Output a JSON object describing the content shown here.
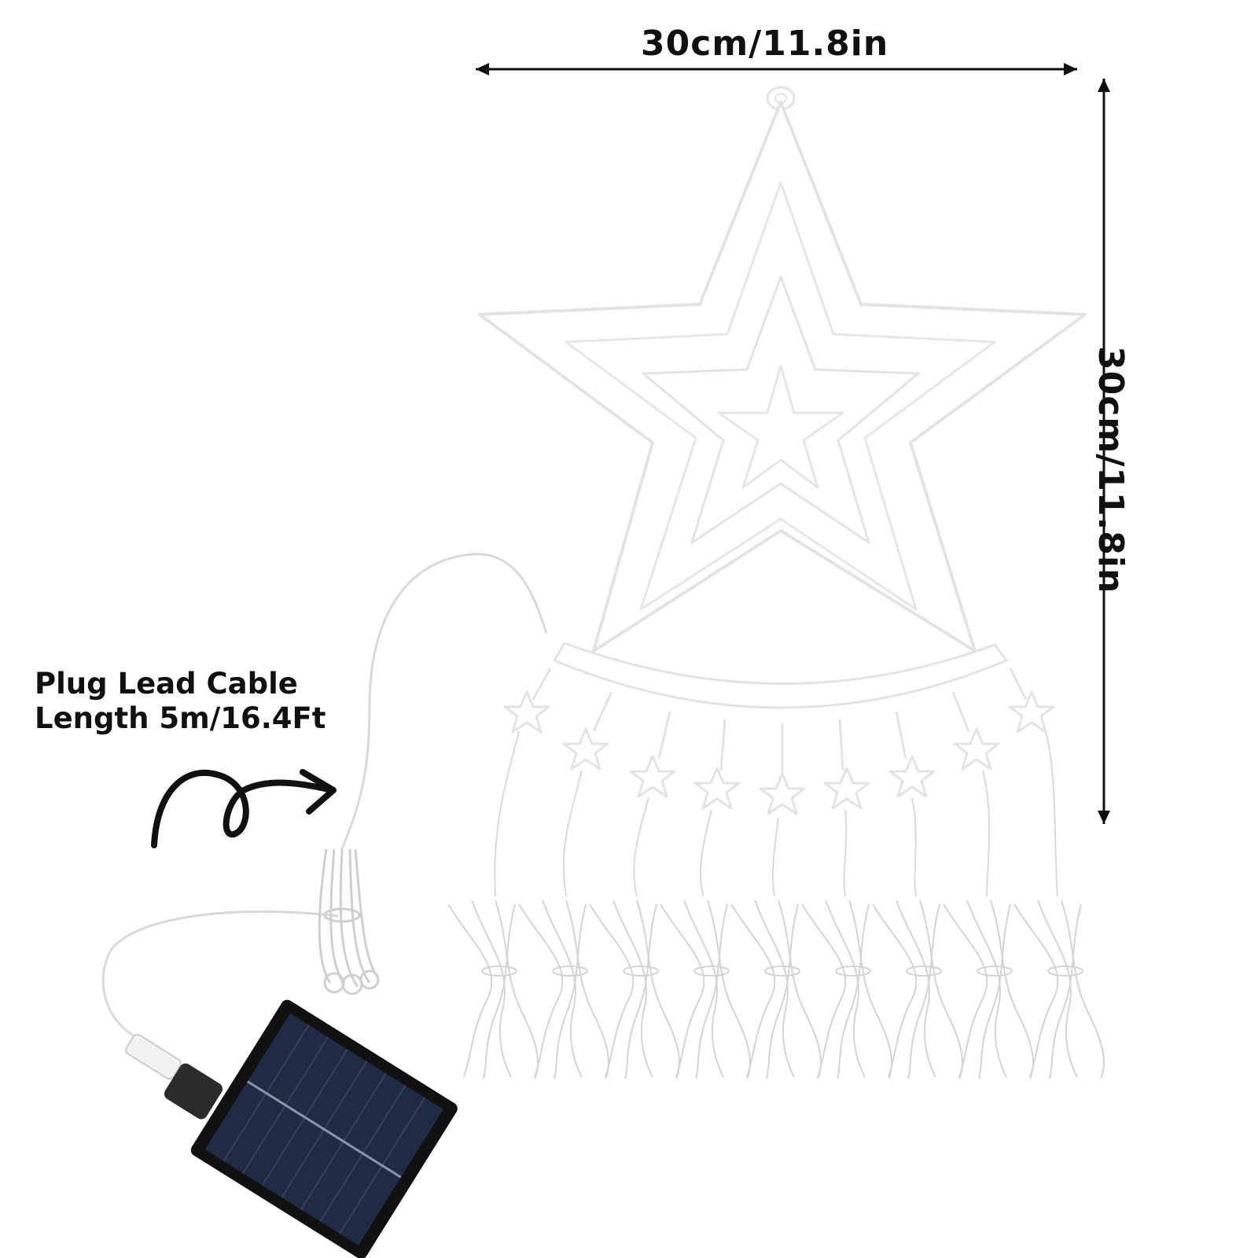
{
  "dimensions": {
    "width_label": "30cm/11.8in",
    "height_label": "30cm/11.8in"
  },
  "cable_note": {
    "line1": "Plug Lead Cable",
    "line2": "Length 5m/16.4Ft"
  },
  "product": {
    "small_star_count": 9,
    "light_bundle_count": 9
  },
  "colors": {
    "background": "#ffffff",
    "text": "#111111",
    "star_fill": "#ffffff",
    "star_outline": "#e3e3e3",
    "solar_panel": "#1f2a44",
    "cable": "#d9d9d9"
  }
}
